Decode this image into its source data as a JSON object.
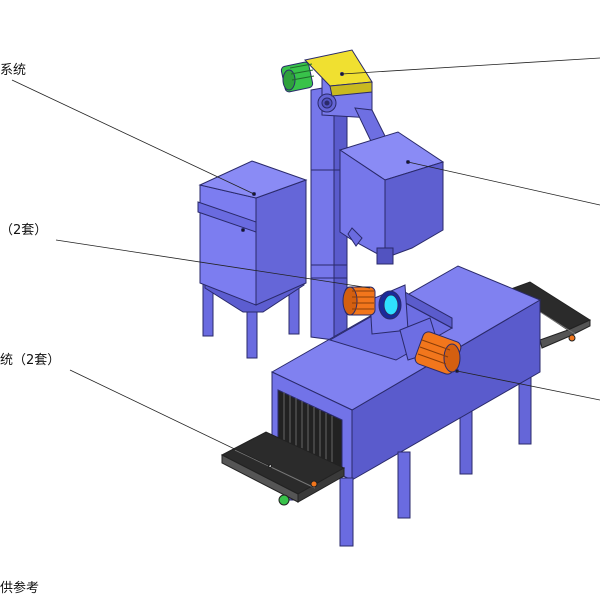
{
  "labels": {
    "top_left": "系统",
    "mid_left": "（2套）",
    "lower_left": "统（2套）",
    "bottom_note": "供参考"
  },
  "colors": {
    "machine_body": "#7273e8",
    "machine_shadow": "#5657c4",
    "machine_edge": "#2a2a6a",
    "motor_orange": "#f2761c",
    "motor_green": "#38c24a",
    "belt_guard_yellow": "#f0e030",
    "conveyor_belt": "#2b2b2b",
    "roller_cyan": "#2fe0ff"
  },
  "components": [
    "bucket-elevator",
    "dust-collector",
    "blast-chamber",
    "separator-hopper",
    "blast-wheel-motor",
    "drive-motor",
    "infeed-conveyor",
    "outfeed-conveyor"
  ]
}
